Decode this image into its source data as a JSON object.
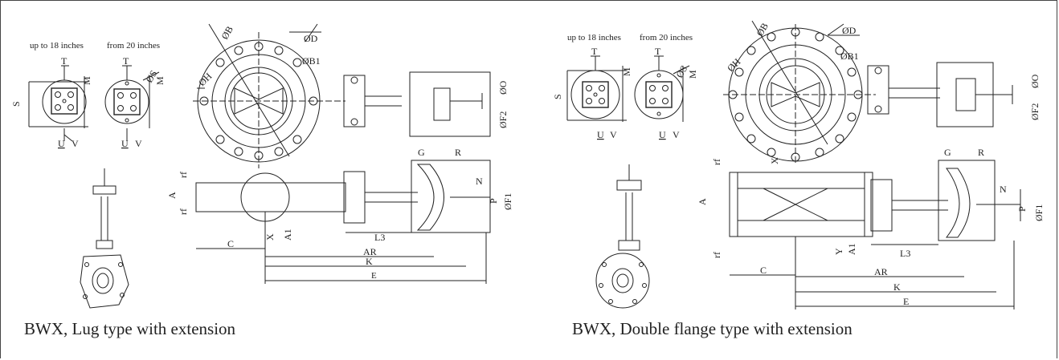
{
  "left": {
    "up_to_label": "up to 18 inches",
    "from_label": "from 20 inches",
    "caption": "BWX, Lug type with extension",
    "dims": {
      "T1": "T",
      "M1": "M",
      "S": "S",
      "U1": "U",
      "V1": "V",
      "T2": "T",
      "OS": "ØS",
      "M2": "M",
      "U2": "U",
      "V2": "V",
      "OB": "ØB",
      "OD": "ØD",
      "OH": "ØH",
      "OB1": "ØB1",
      "OO": "ØO",
      "OF2": "ØF2",
      "G": "G",
      "R": "R",
      "N": "N",
      "P": "P",
      "OF1": "ØF1",
      "A": "A",
      "rf_top": "rf",
      "rf_bot": "rf",
      "X": "X",
      "A1": "A1",
      "L3": "L3",
      "C": "C",
      "AR": "AR",
      "K": "K",
      "E": "E"
    }
  },
  "right": {
    "up_to_label": "up to 18 inches",
    "from_label": "from 20 inches",
    "caption": "BWX, Double flange type with extension",
    "dims": {
      "T1": "T",
      "M1": "M",
      "S": "S",
      "U1": "U",
      "V1": "V",
      "T2": "T",
      "OS": "ØS",
      "M2": "M",
      "U2": "U",
      "V2": "V",
      "OB": "ØB",
      "OD": "ØD",
      "OH": "ØH",
      "OB1": "ØB1",
      "OO": "ØO",
      "OF2": "ØF2",
      "G": "G",
      "R": "R",
      "N": "N",
      "P": "P",
      "OF1": "ØF1",
      "A": "A",
      "rf_top": "rf",
      "rf_bot": "rf",
      "X": "X",
      "Y": "Y",
      "A1": "A1",
      "L3": "L3",
      "C": "C",
      "AR": "AR",
      "K": "K",
      "E": "E"
    }
  }
}
